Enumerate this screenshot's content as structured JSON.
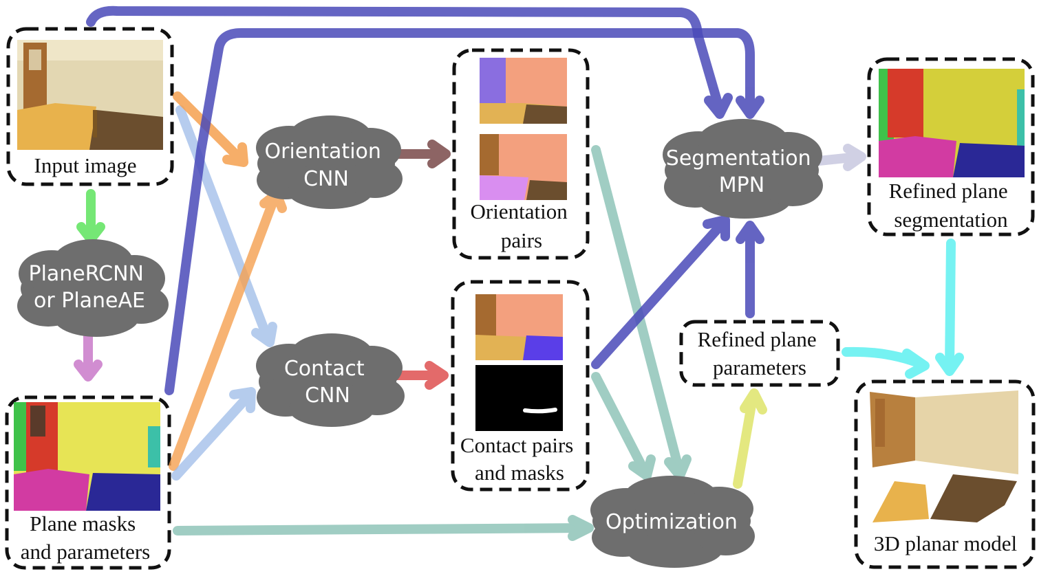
{
  "nodes": {
    "input_image": {
      "caption": [
        "Input image"
      ]
    },
    "plane_masks": {
      "caption": [
        "Plane masks",
        "and parameters"
      ]
    },
    "planercnn": {
      "label": [
        "PlaneRCNN",
        "or PlaneAE"
      ]
    },
    "orientation_cnn": {
      "label": [
        "Orientation",
        "CNN"
      ]
    },
    "contact_cnn": {
      "label": [
        "Contact",
        "CNN"
      ]
    },
    "orientation_pairs": {
      "caption": [
        "Orientation",
        "pairs"
      ]
    },
    "contact_pairs": {
      "caption": [
        "Contact pairs",
        "and masks"
      ]
    },
    "segmentation_mpn": {
      "label": [
        "Segmentation",
        "MPN"
      ]
    },
    "optimization": {
      "label": [
        "Optimization"
      ]
    },
    "refined_params": {
      "caption": [
        "Refined plane",
        "parameters"
      ]
    },
    "refined_seg": {
      "caption": [
        "Refined plane",
        "segmentation"
      ]
    },
    "planar_model": {
      "caption": [
        "3D planar model"
      ]
    }
  },
  "colors": {
    "blue": "#4a4ab8",
    "orange": "#f5a050",
    "lightblue": "#9dbbe8",
    "teal": "#8fc4b8",
    "green": "#5ee35e",
    "magenta": "#c97ac9",
    "maroon": "#7a4a4a",
    "red": "#e05a5a",
    "yellow": "#dfe46a",
    "lavender": "#c8c8e0",
    "cyan": "#5ef0f0",
    "cloud": "#6e6e6e"
  }
}
